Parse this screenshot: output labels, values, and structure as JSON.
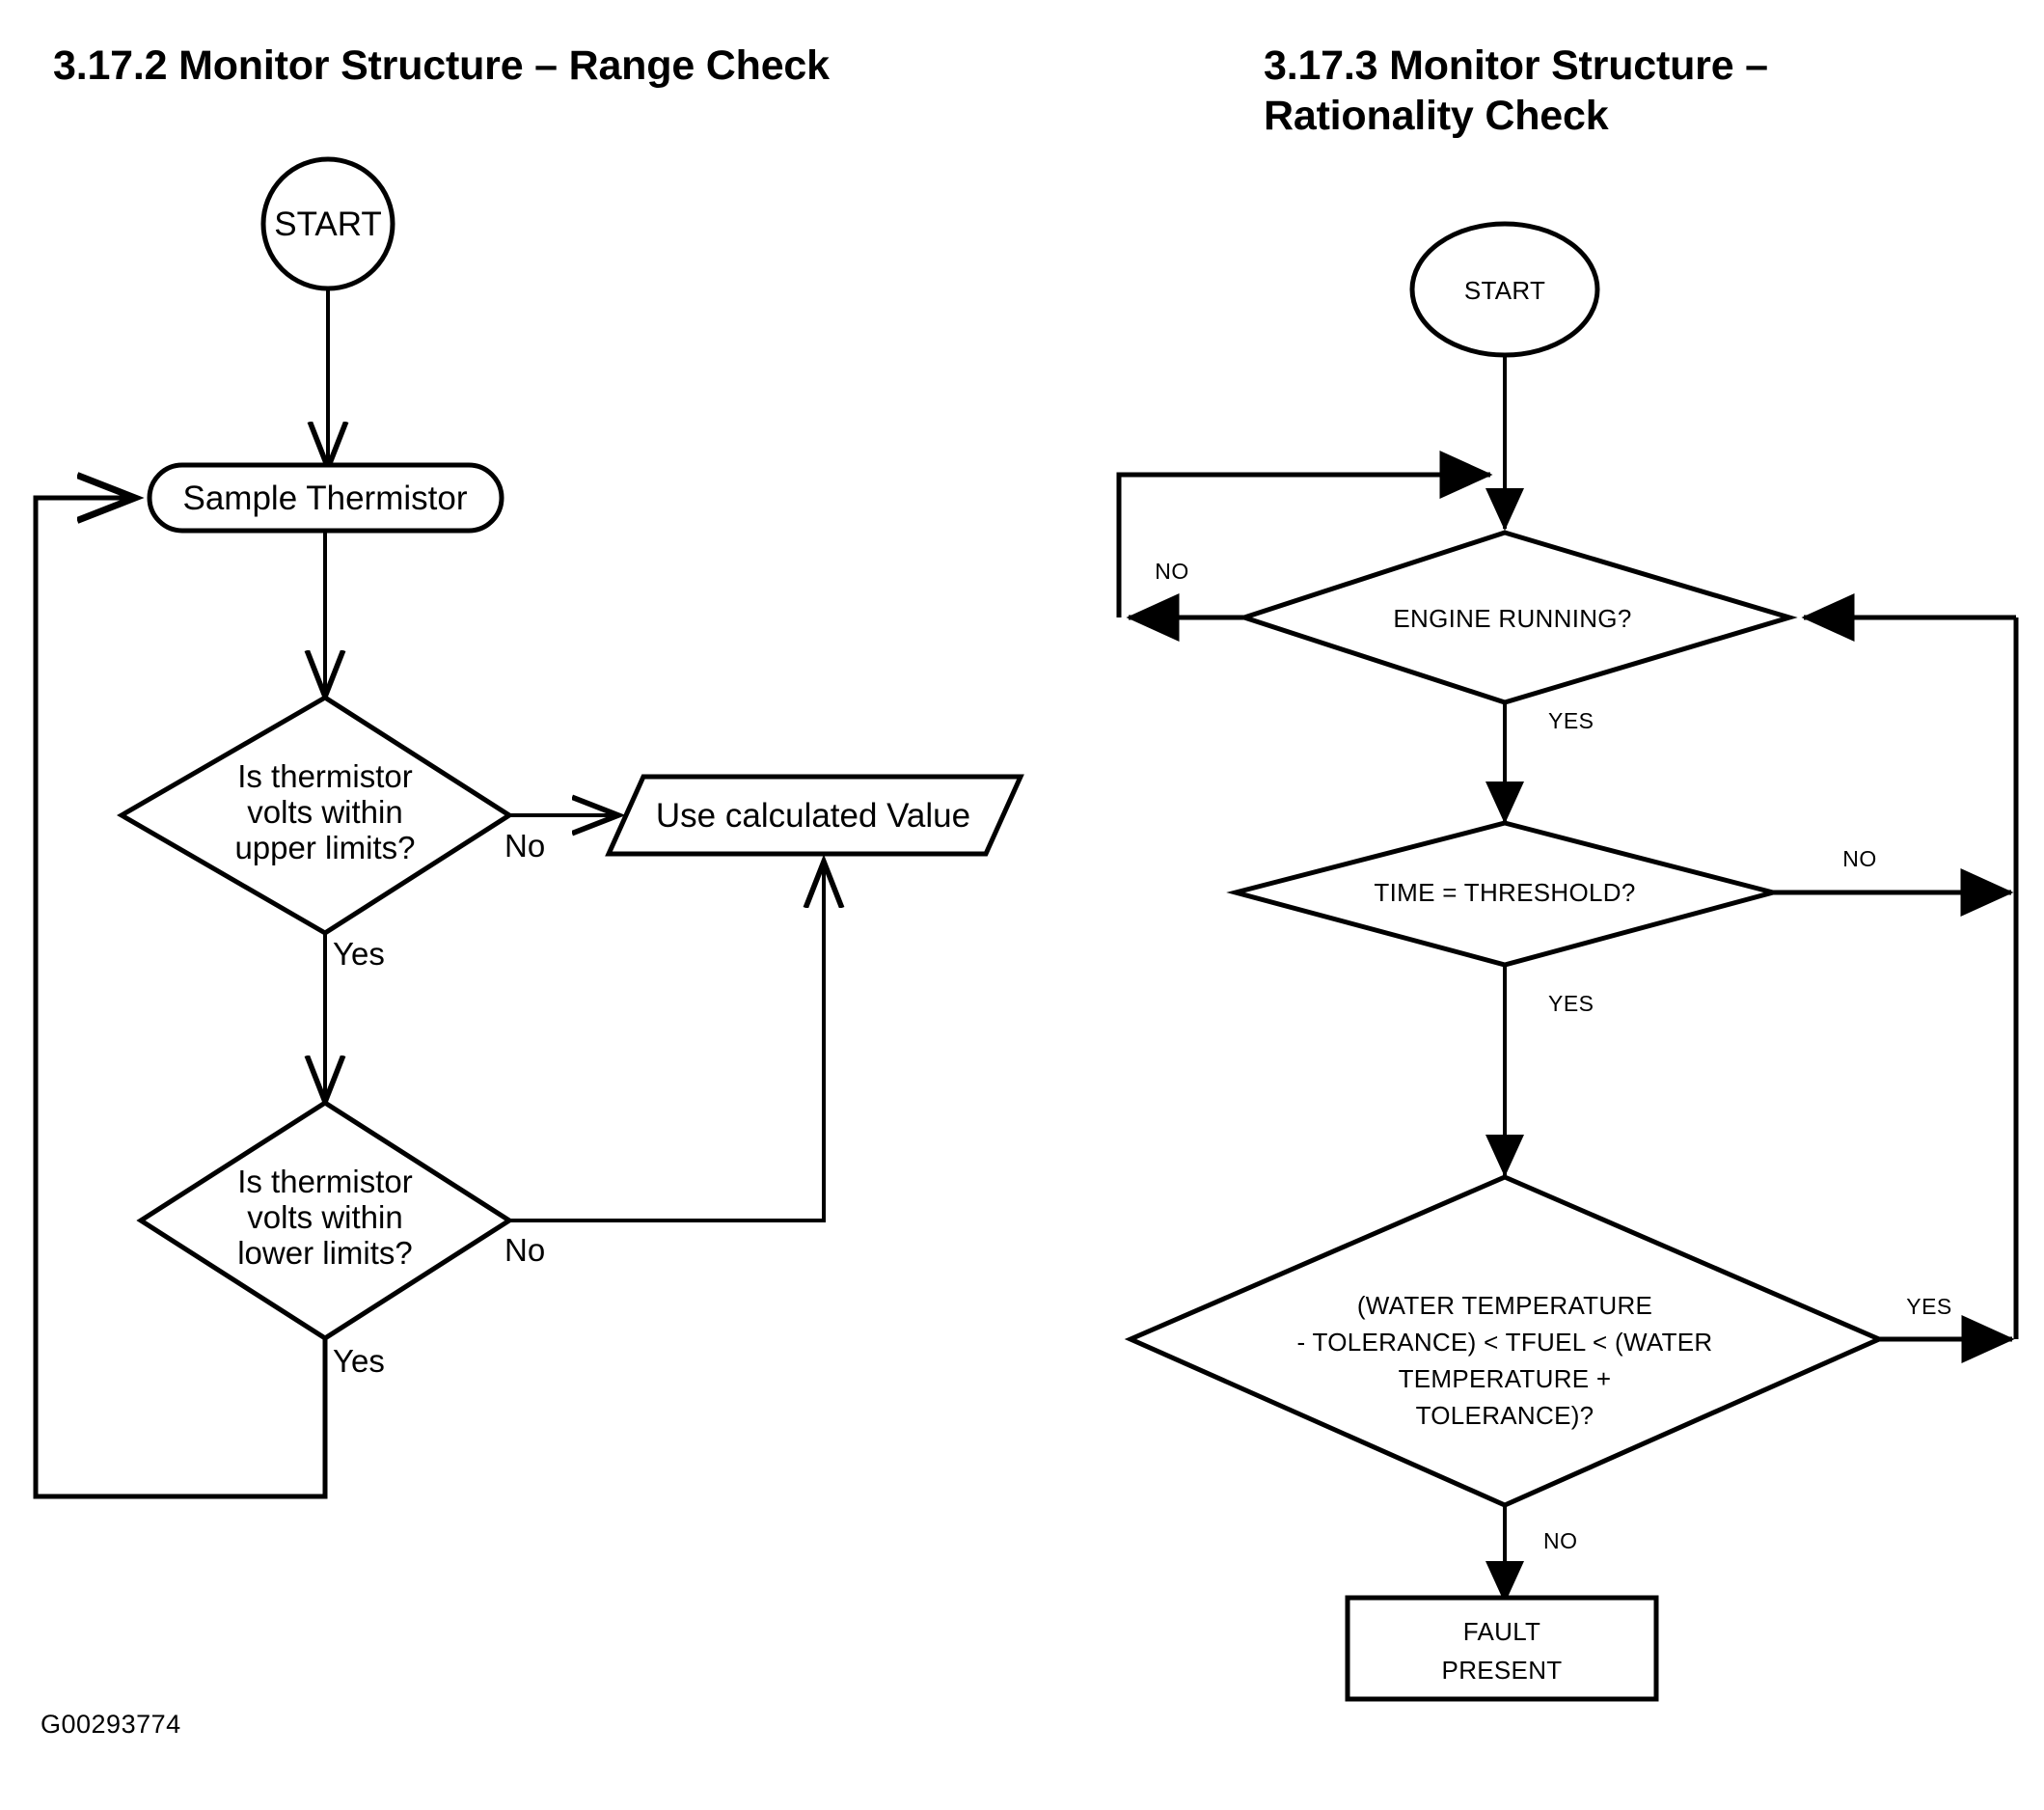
{
  "figure": {
    "id_label": "G00293774"
  },
  "left_chart": {
    "title": "3.17.2 Monitor Structure – Range Check",
    "nodes": {
      "start": "START",
      "sample": "Sample Thermistor",
      "decision_upper": [
        "Is thermistor",
        "volts within",
        "upper limits?"
      ],
      "decision_lower": [
        "Is thermistor",
        "volts within",
        "lower limits?"
      ],
      "use_calculated": "Use calculated Value"
    },
    "edges": {
      "upper_no": "No",
      "upper_yes": "Yes",
      "lower_no": "No",
      "lower_yes": "Yes"
    }
  },
  "right_chart": {
    "title_line1": "3.17.3 Monitor Structure –",
    "title_line2": "Rationality Check",
    "nodes": {
      "start": "START",
      "engine_running": "ENGINE RUNNING?",
      "time_threshold": "TIME = THRESHOLD?",
      "water_temp": [
        "(WATER TEMPERATURE",
        "- TOLERANCE) < TFUEL < (WATER",
        "TEMPERATURE +",
        "TOLERANCE)?"
      ],
      "fault": [
        "FAULT",
        "PRESENT"
      ]
    },
    "edges": {
      "engine_no": "NO",
      "engine_yes": "YES",
      "time_no": "NO",
      "time_yes": "YES",
      "water_yes": "YES",
      "water_no": "NO"
    }
  },
  "colors": {
    "stroke": "#000000",
    "fill": "#ffffff",
    "background": "#ffffff"
  }
}
